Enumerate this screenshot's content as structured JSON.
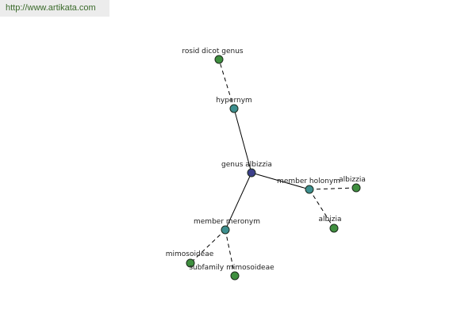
{
  "header": {
    "url": "http://www.artikata.com"
  },
  "colors": {
    "center": "#3c3f8a",
    "relation": "#3d8f8f",
    "term": "#3f8f3f"
  },
  "graph": {
    "nodes": [
      {
        "id": "n-center",
        "label": "genus albizzia",
        "kind": "center"
      },
      {
        "id": "n-hypernym",
        "label": "hypernym",
        "kind": "relation"
      },
      {
        "id": "n-rosid",
        "label": "rosid dicot genus",
        "kind": "term"
      },
      {
        "id": "n-holonym",
        "label": "member holonym",
        "kind": "relation"
      },
      {
        "id": "n-albizzia1",
        "label": "albizzia",
        "kind": "term"
      },
      {
        "id": "n-albizia",
        "label": "albizia",
        "kind": "term"
      },
      {
        "id": "n-meronym",
        "label": "member meronym",
        "kind": "relation"
      },
      {
        "id": "n-mimosoideae",
        "label": "mimosoideae",
        "kind": "term"
      },
      {
        "id": "n-subfamily",
        "label": "subfamily mimosoideae",
        "kind": "term"
      }
    ],
    "edges": [
      {
        "from": "n-center",
        "to": "n-hypernym",
        "style": "solid"
      },
      {
        "from": "n-hypernym",
        "to": "n-rosid",
        "style": "dashed"
      },
      {
        "from": "n-center",
        "to": "n-holonym",
        "style": "solid"
      },
      {
        "from": "n-holonym",
        "to": "n-albizzia1",
        "style": "dashed"
      },
      {
        "from": "n-holonym",
        "to": "n-albizia",
        "style": "dashed"
      },
      {
        "from": "n-center",
        "to": "n-meronym",
        "style": "solid"
      },
      {
        "from": "n-meronym",
        "to": "n-mimosoideae",
        "style": "dashed"
      },
      {
        "from": "n-meronym",
        "to": "n-subfamily",
        "style": "dashed"
      }
    ]
  }
}
